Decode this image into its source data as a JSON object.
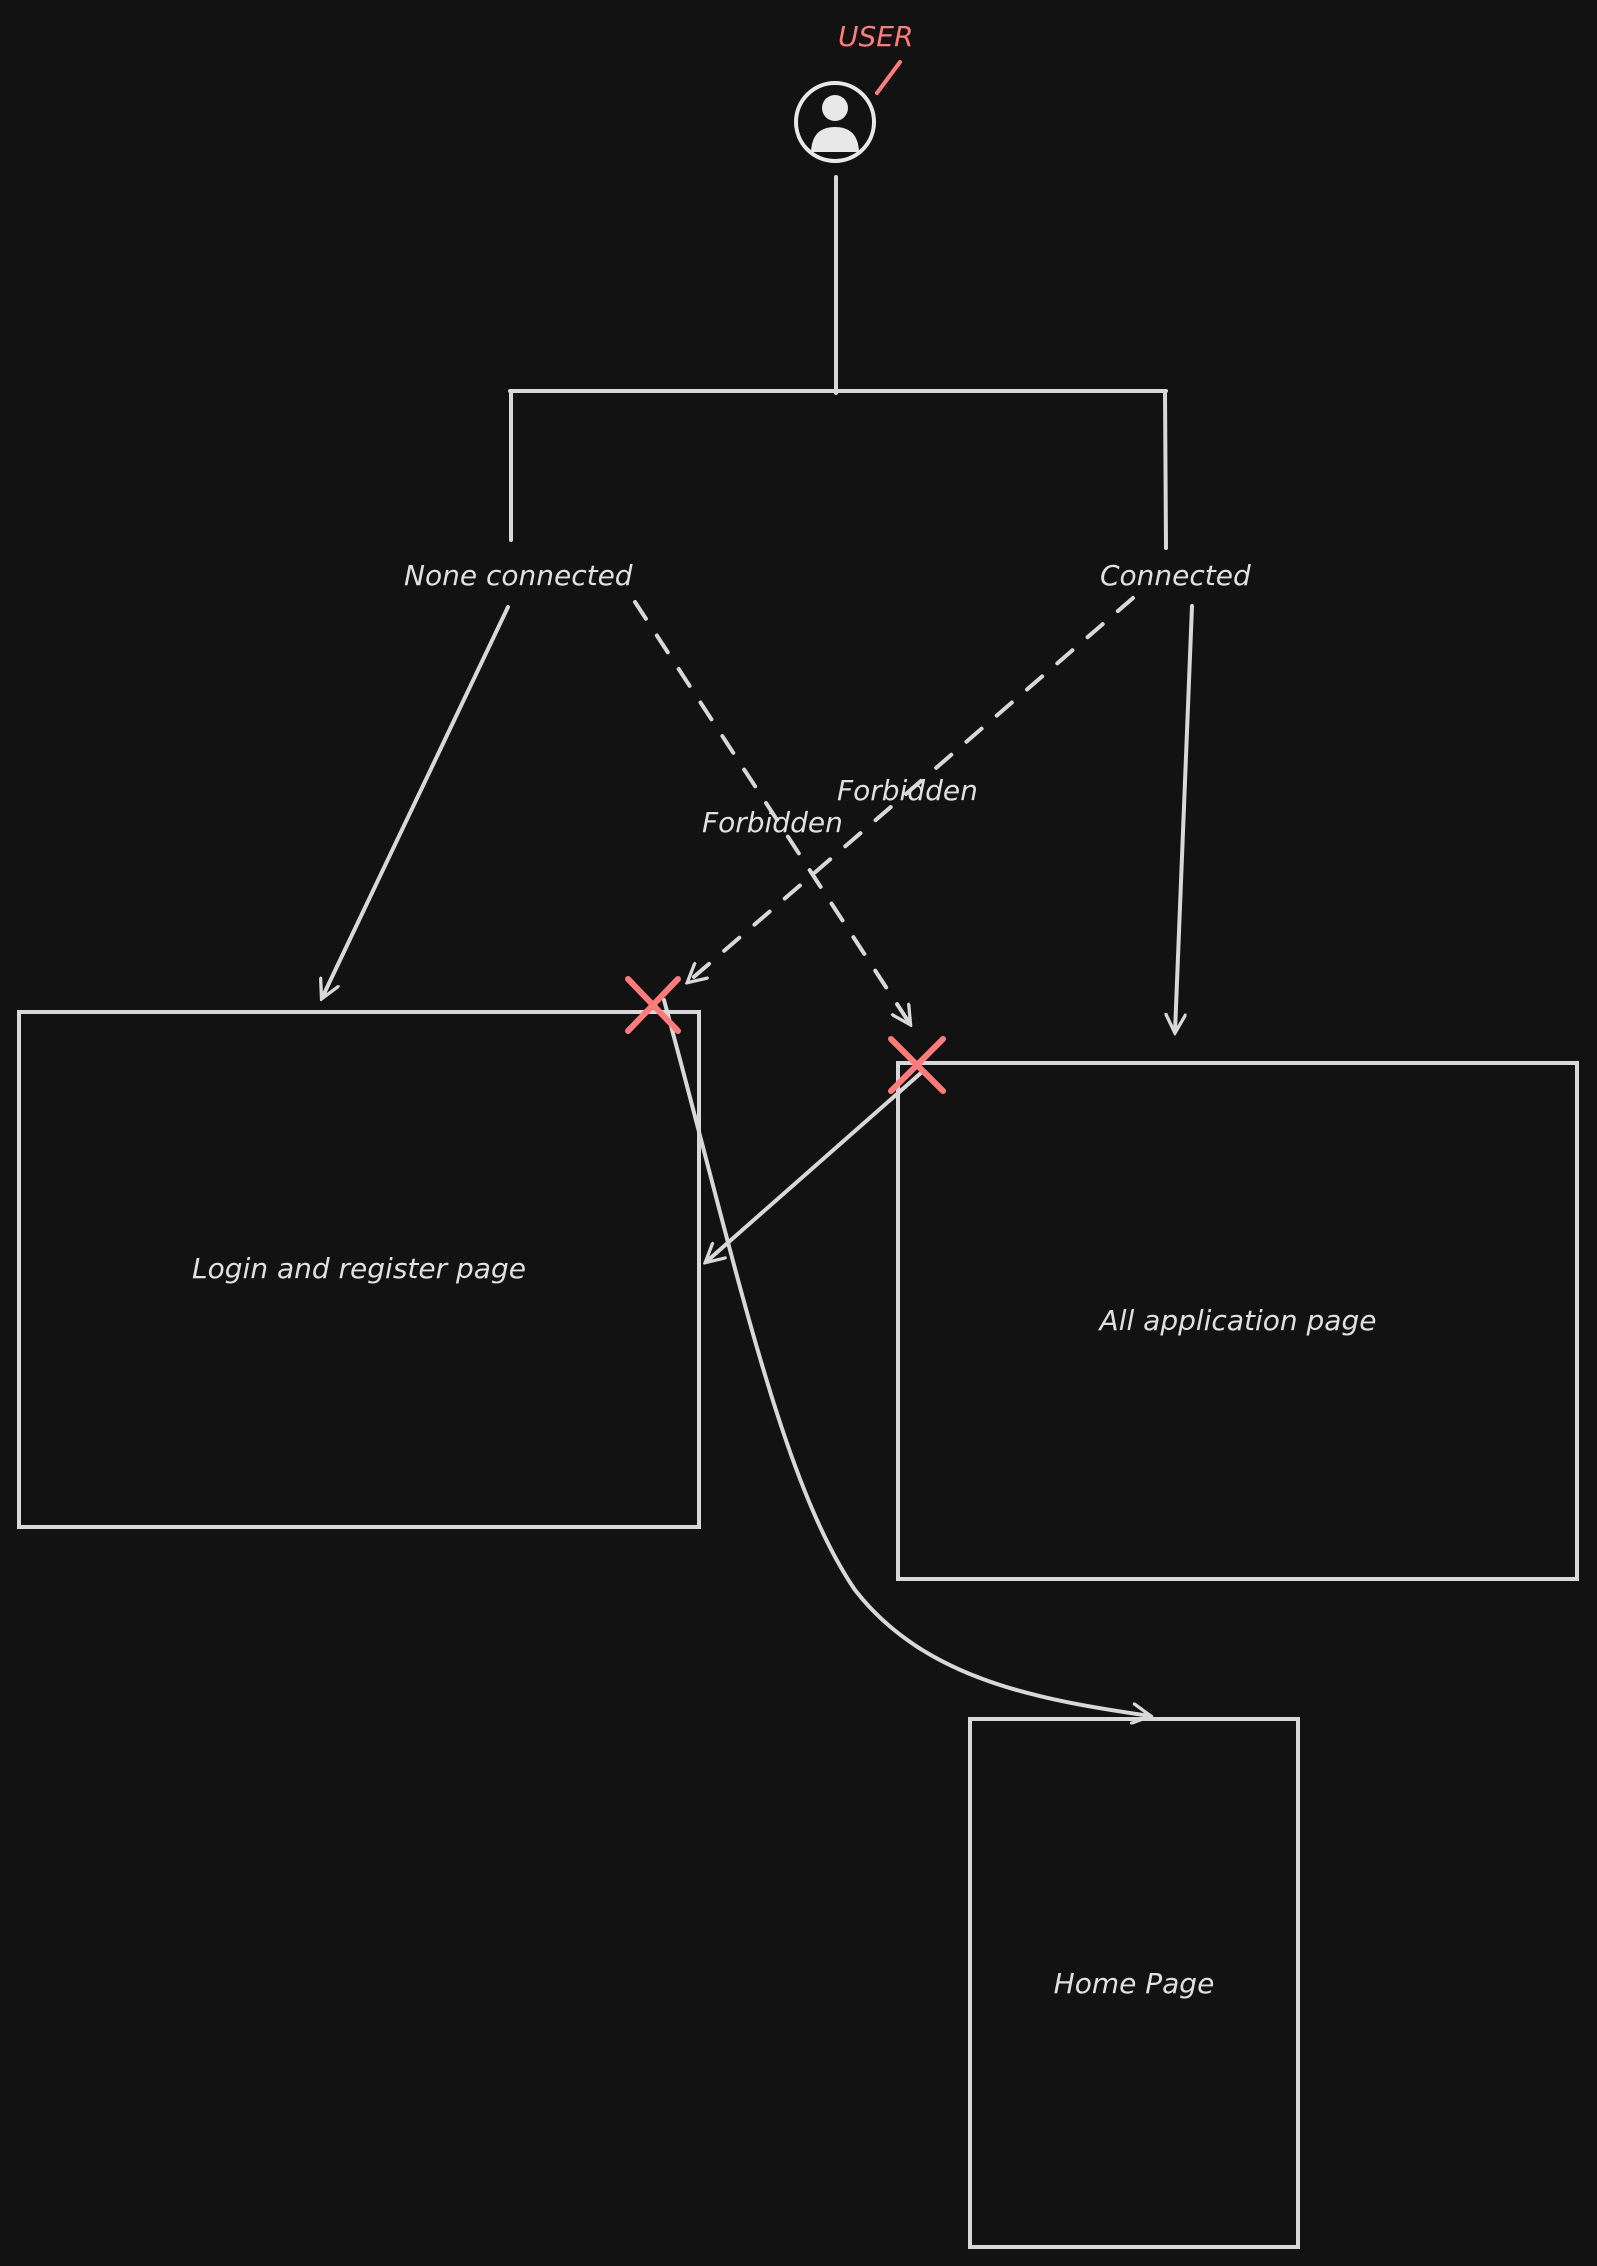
{
  "user": {
    "label": "USER",
    "icon": "user-avatar-icon"
  },
  "branches": {
    "left": "None connected",
    "right": "Connected"
  },
  "edges": {
    "forbidden_a": "Forbidden",
    "forbidden_b": "Forbidden"
  },
  "nodes": {
    "login": "Login and register page",
    "app": "All application page",
    "home": "Home Page"
  },
  "colors": {
    "background": "#121212",
    "stroke": "#d8d8d8",
    "accent": "#ff7b7b"
  }
}
